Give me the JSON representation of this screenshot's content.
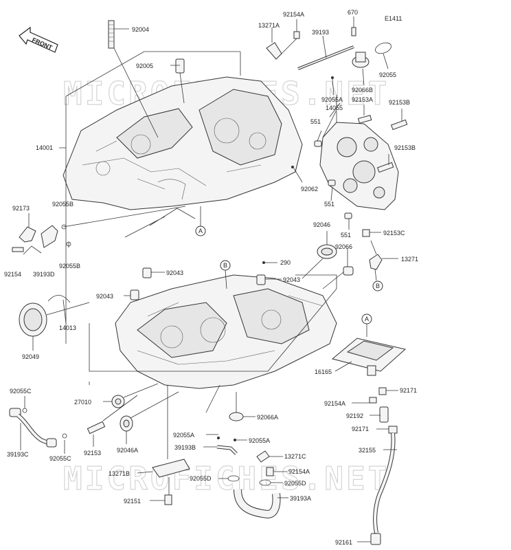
{
  "diagram_code": "E1411",
  "front_label": "FRONT",
  "watermarks": [
    "MICROFICHES.NET",
    "MICROFICHES.NET"
  ],
  "callouts": {
    "A": "A",
    "B": "B"
  },
  "labels": [
    {
      "id": "92004",
      "text": "92004"
    },
    {
      "id": "92005",
      "text": "92005"
    },
    {
      "id": "13271A",
      "text": "13271A"
    },
    {
      "id": "92154A_top",
      "text": "92154A"
    },
    {
      "id": "670",
      "text": "670"
    },
    {
      "id": "39193",
      "text": "39193"
    },
    {
      "id": "92055",
      "text": "92055"
    },
    {
      "id": "92066B",
      "text": "92066B"
    },
    {
      "id": "92055A_top",
      "text": "92055A"
    },
    {
      "id": "92153A",
      "text": "92153A"
    },
    {
      "id": "14055",
      "text": "14055"
    },
    {
      "id": "92153B_a",
      "text": "92153B"
    },
    {
      "id": "92153B_b",
      "text": "92153B"
    },
    {
      "id": "551_a",
      "text": "551"
    },
    {
      "id": "551_b",
      "text": "551"
    },
    {
      "id": "551_c",
      "text": "551"
    },
    {
      "id": "92062",
      "text": "92062"
    },
    {
      "id": "14001",
      "text": "14001"
    },
    {
      "id": "92173",
      "text": "92173"
    },
    {
      "id": "92055B_a",
      "text": "92055B"
    },
    {
      "id": "92055B_b",
      "text": "92055B"
    },
    {
      "id": "92154",
      "text": "92154"
    },
    {
      "id": "39193D",
      "text": "39193D"
    },
    {
      "id": "92046",
      "text": "92046"
    },
    {
      "id": "92066",
      "text": "92066"
    },
    {
      "id": "92153C",
      "text": "92153C"
    },
    {
      "id": "13271",
      "text": "13271"
    },
    {
      "id": "290",
      "text": "290"
    },
    {
      "id": "92043_a",
      "text": "92043"
    },
    {
      "id": "92043_b",
      "text": "92043"
    },
    {
      "id": "92043_c",
      "text": "92043"
    },
    {
      "id": "14013",
      "text": "14013"
    },
    {
      "id": "92049",
      "text": "92049"
    },
    {
      "id": "16165",
      "text": "16165"
    },
    {
      "id": "92171_a",
      "text": "92171"
    },
    {
      "id": "92171_b",
      "text": "92171"
    },
    {
      "id": "92154A_b",
      "text": "92154A"
    },
    {
      "id": "92192",
      "text": "92192"
    },
    {
      "id": "32155",
      "text": "32155"
    },
    {
      "id": "92161",
      "text": "92161"
    },
    {
      "id": "92055C_a",
      "text": "92055C"
    },
    {
      "id": "92055C_b",
      "text": "92055C"
    },
    {
      "id": "39193C",
      "text": "39193C"
    },
    {
      "id": "27010",
      "text": "27010"
    },
    {
      "id": "92153",
      "text": "92153"
    },
    {
      "id": "92046A",
      "text": "92046A"
    },
    {
      "id": "92066A",
      "text": "92066A"
    },
    {
      "id": "92055A_a",
      "text": "92055A"
    },
    {
      "id": "92055A_b",
      "text": "92055A"
    },
    {
      "id": "39193B",
      "text": "39193B"
    },
    {
      "id": "13271C",
      "text": "13271C"
    },
    {
      "id": "13271B",
      "text": "13271B"
    },
    {
      "id": "92154A_c",
      "text": "92154A"
    },
    {
      "id": "92055D",
      "text": "92055D"
    },
    {
      "id": "92055D_b",
      "text": "92055D"
    },
    {
      "id": "39193A",
      "text": "39193A"
    },
    {
      "id": "92151",
      "text": "92151"
    }
  ]
}
